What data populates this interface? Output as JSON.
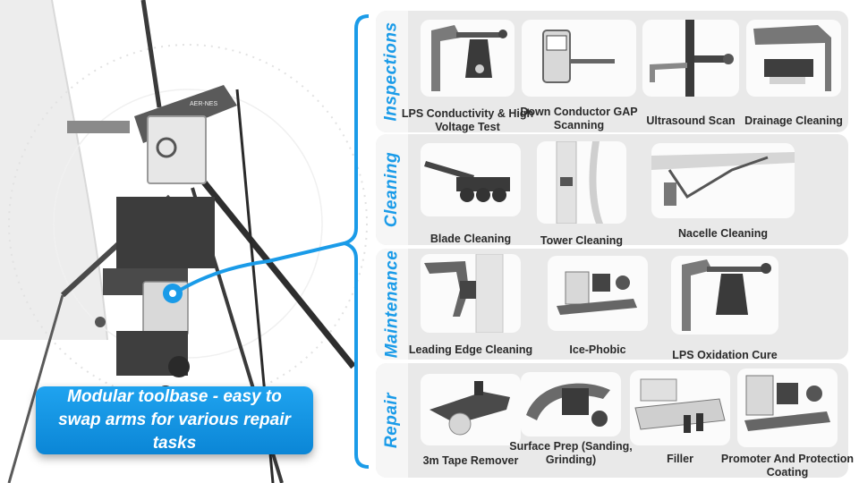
{
  "callout": {
    "text": "Modular toolbase - easy to swap arms for various repair tasks"
  },
  "categories": [
    {
      "label": "Inspections",
      "tools": [
        {
          "name": "LPS Conductivity & High Voltage Test"
        },
        {
          "name": "Down Conductor GAP Scanning"
        },
        {
          "name": "Ultrasound Scan"
        },
        {
          "name": "Drainage Cleaning"
        }
      ]
    },
    {
      "label": "Cleaning",
      "tools": [
        {
          "name": "Blade Cleaning"
        },
        {
          "name": "Tower Cleaning"
        },
        {
          "name": "Nacelle Cleaning"
        }
      ]
    },
    {
      "label": "Maintenance",
      "tools": [
        {
          "name": "Leading Edge Cleaning"
        },
        {
          "name": "Ice-Phobic"
        },
        {
          "name": "LPS Oxidation Cure"
        }
      ]
    },
    {
      "label": "Repair",
      "tools": [
        {
          "name": "3m Tape Remover"
        },
        {
          "name": "Surface Prep (Sanding, Grinding)"
        },
        {
          "name": "Filler"
        },
        {
          "name": "Promoter And Protection Coating"
        }
      ]
    }
  ],
  "robot": {
    "panel_text": "AER-NES"
  },
  "colors": {
    "accent": "#1a9be8",
    "panel": "#e9e9e9",
    "text": "#2a2a2a"
  }
}
